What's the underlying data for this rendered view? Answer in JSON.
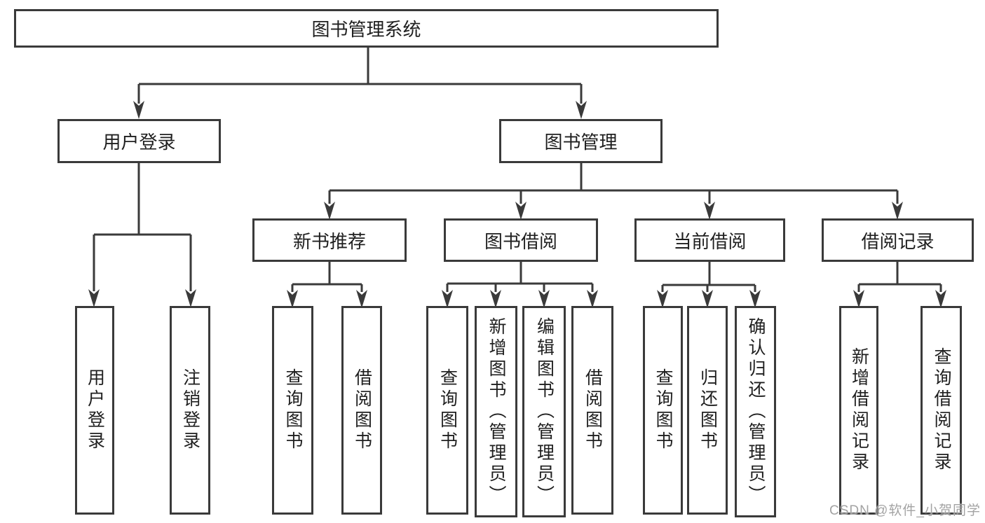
{
  "colors": {
    "background": "#ffffff",
    "box_border": "#3a3a3a",
    "connector_line": "#3a3a3a",
    "text": "#1f1f1f",
    "watermark": "#9e9e9e"
  },
  "nodes": {
    "root": {
      "label": "图书管理系统"
    },
    "user_login": {
      "label": "用户登录"
    },
    "book_management": {
      "label": "图书管理"
    },
    "new_book_recommend": {
      "label": "新书推荐"
    },
    "book_borrowing": {
      "label": "图书借阅"
    },
    "current_borrowing": {
      "label": "当前借阅"
    },
    "borrowing_records": {
      "label": "借阅记录"
    },
    "user_login_op": {
      "label": "用户登录"
    },
    "logout_op": {
      "label": "注销登录"
    },
    "rec_query_books": {
      "label": "查询图书"
    },
    "rec_borrow_books": {
      "label": "借阅图书"
    },
    "bor_query_books": {
      "label": "查询图书"
    },
    "bor_add_books": {
      "label": "新增图书（管理员）"
    },
    "bor_edit_books": {
      "label": "编辑图书（管理员）"
    },
    "bor_borrow_books": {
      "label": "借阅图书"
    },
    "cur_query_books": {
      "label": "查询图书"
    },
    "cur_return_books": {
      "label": "归还图书"
    },
    "cur_confirm_return": {
      "label": "确认归还（管理员）"
    },
    "recd_add_record": {
      "label": "新增借阅记录"
    },
    "recd_query_record": {
      "label": "查询借阅记录"
    }
  },
  "hierarchy": [
    {
      "parent": "图书管理系统",
      "children": [
        "用户登录",
        "图书管理"
      ]
    },
    {
      "parent": "用户登录",
      "children": [
        "用户登录",
        "注销登录"
      ]
    },
    {
      "parent": "图书管理",
      "children": [
        "新书推荐",
        "图书借阅",
        "当前借阅",
        "借阅记录"
      ]
    },
    {
      "parent": "新书推荐",
      "children": [
        "查询图书",
        "借阅图书"
      ]
    },
    {
      "parent": "图书借阅",
      "children": [
        "查询图书",
        "新增图书（管理员）",
        "编辑图书（管理员）",
        "借阅图书"
      ]
    },
    {
      "parent": "当前借阅",
      "children": [
        "查询图书",
        "归还图书",
        "确认归还（管理员）"
      ]
    },
    {
      "parent": "借阅记录",
      "children": [
        "新增借阅记录",
        "查询借阅记录"
      ]
    }
  ],
  "watermark": {
    "text": "CSDN @软件_小贺同学"
  }
}
